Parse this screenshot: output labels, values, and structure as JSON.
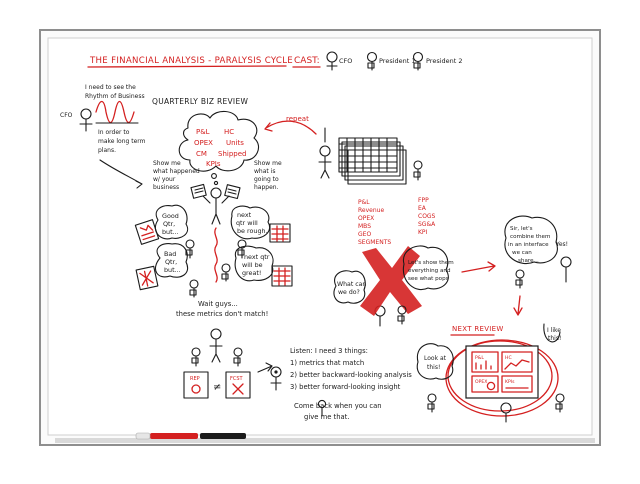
{
  "title": "THE FINANCIAL ANALYSIS - PARALYSIS CYCLE",
  "cast": {
    "label": "CAST:",
    "members": [
      "CFO",
      "President 1",
      "President 2"
    ]
  },
  "cfo_block": {
    "label": "CFO",
    "speech_lines": [
      "I need to see the",
      "Rhythm of Business"
    ],
    "goal_lines": [
      "In order to",
      "make long term",
      "plans."
    ]
  },
  "quarterly": {
    "heading": "QUARTERLY BIZ REVIEW",
    "thought_items": [
      "P&L",
      "HC",
      "OPEX",
      "Units",
      "CM",
      "Shipped",
      "KPIs"
    ],
    "left_request": [
      "Show me",
      "what happened",
      "w/ your",
      "business"
    ],
    "right_request": [
      "Show me",
      "what is",
      "going to",
      "happen."
    ],
    "repeat_label": "repeat",
    "bubbles": [
      [
        "Good",
        "Qtr,",
        "but..."
      ],
      [
        "next",
        "qtr will",
        "be rough."
      ],
      [
        "Bad",
        "Qtr,",
        "but..."
      ],
      [
        "next qtr",
        "will be",
        "great!"
      ]
    ],
    "mismatch_lines": [
      "Wait guys...",
      "these metrics don't match!"
    ]
  },
  "listen": {
    "lines": [
      "Listen: I need 3 things:",
      "1) metrics that match",
      "2) better backward-looking analysis",
      "3) better forward-looking insight",
      "Come back when you can",
      "give me that."
    ],
    "rep_label": "REP",
    "fcst_label": "FCST"
  },
  "metrics_list": {
    "col1": [
      "P&L",
      "Revenue",
      "OPEX",
      "MBS",
      "GEO",
      "SEGMENTS"
    ],
    "col2": [
      "FPP",
      "EA",
      "COGS",
      "SG&A",
      "KPI"
    ]
  },
  "cfo_question": [
    "What can",
    "we do?"
  ],
  "solution_bubble": [
    "Let's show them",
    "everything and",
    "see what pops"
  ],
  "proposal_bubble": [
    "Sir, let's",
    "combine them",
    "in an interface",
    "we can",
    "share..."
  ],
  "yes_label": "Yes!",
  "next_review": {
    "heading": "NEXT REVIEW",
    "look_bubble": [
      "Look at",
      "this!"
    ],
    "like_bubble": [
      "I like",
      "this!"
    ],
    "panels": [
      "P&L",
      "HC",
      "OPEX",
      "KPIs"
    ]
  }
}
